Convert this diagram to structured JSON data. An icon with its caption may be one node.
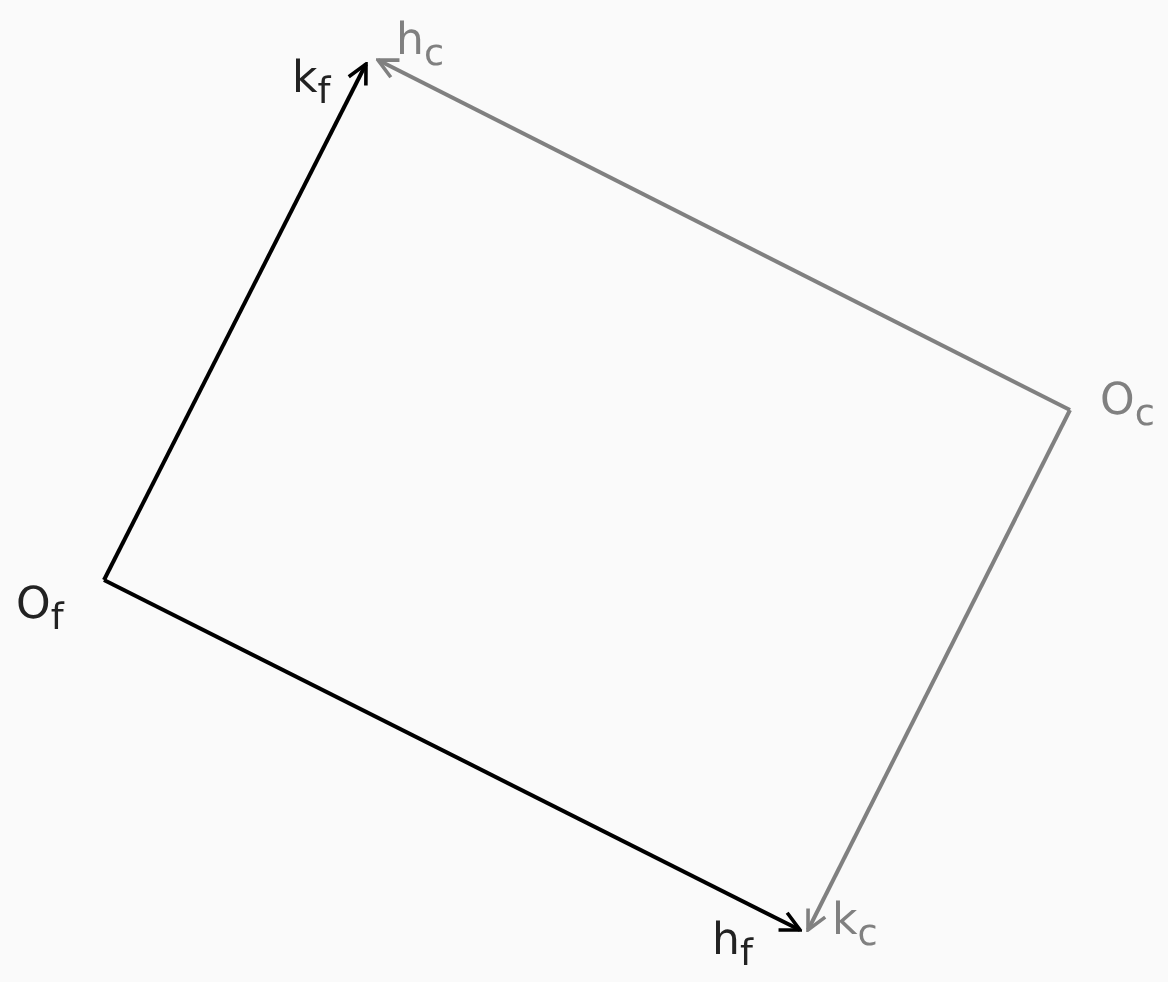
{
  "diagram": {
    "nodes": [
      {
        "text": [
          "O$_{f}$"
        ]
      },
      {
        "text": [
          "k$_{f}$"
        ]
      },
      {
        "text": [
          "h$_{f}$"
        ]
      },
      {
        "text": [
          "O$_{c}$"
        ]
      },
      {
        "text": [
          "h$_{c}$"
        ]
      },
      {
        "text": [
          "k$_{c}$"
        ]
      }
    ],
    "edges": [
      {
        "from": 0,
        "to": 1,
        "arrow": "to"
      },
      {
        "from": 0,
        "to": 2,
        "arrow": "to"
      },
      {
        "from": 3,
        "to": 4,
        "arrow": "to",
        "color": "#808080"
      },
      {
        "from": 3,
        "to": 5,
        "arrow": "to",
        "color": "#808080"
      }
    ]
  }
}
